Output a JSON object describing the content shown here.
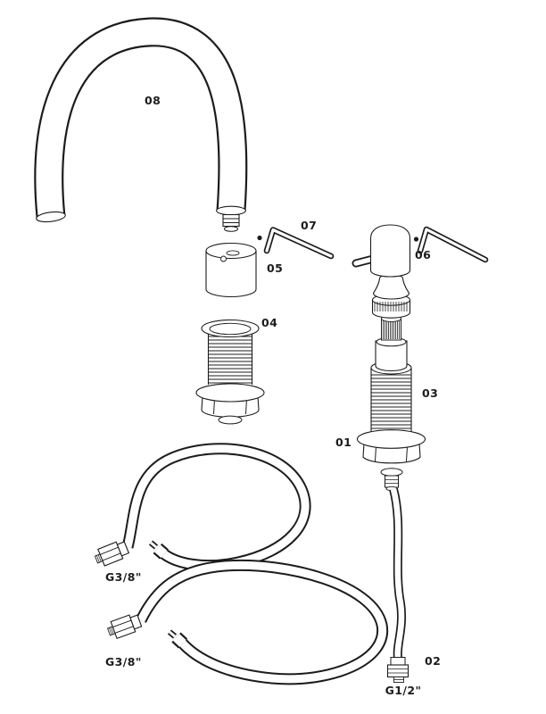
{
  "page": {
    "background": "#ffffff",
    "ink": "#1c1c1c",
    "figure_type": "exploded-parts-diagram"
  },
  "diagram": {
    "labels": {
      "p01": "01",
      "p02": "02",
      "p03": "03",
      "p04": "04",
      "p05": "05",
      "p06": "06",
      "p07": "07",
      "p08": "08",
      "hose_a": "G3/8\"",
      "hose_b": "G3/8\"",
      "outlet_thread": "G1/2\""
    }
  }
}
